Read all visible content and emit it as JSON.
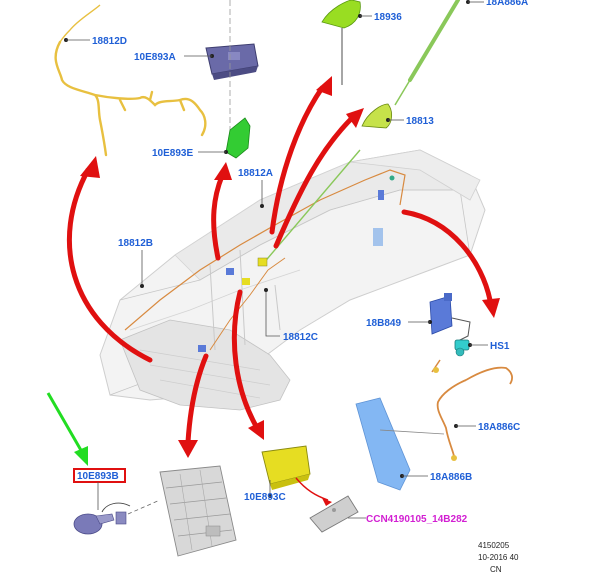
{
  "labels": {
    "harness_18812D": "18812D",
    "module_10E893A": "10E893A",
    "bracket_10E893E": "10E893E",
    "antenna_18936": "18936",
    "mast_18A886A": "18A886A",
    "antenna_18813": "18813",
    "harness_18812A": "18812A",
    "harness_18812B": "18812B",
    "harness_18812C": "18812C",
    "bracket_18B849": "18B849",
    "connector_HS1": "HS1",
    "cable_18A886C": "18A886C",
    "cable_18A886B": "18A886B",
    "sensor_10E893B": "10E893B",
    "module_10E893C": "10E893C",
    "ccn_ref": "CCN4190105_14B282"
  },
  "footer": {
    "code": "4150205",
    "date": "10-2016 40",
    "region": "CN"
  },
  "colors": {
    "label_blue": "#1f5fd6",
    "ccn_magenta": "#d21fd2",
    "highlight_red": "#e01010",
    "pointer_green": "#22dd22",
    "harness_yellow": "#e8c040",
    "antenna_green": "#99dd22",
    "module_purple": "#6a6aa8",
    "module_yellow": "#e6dd22",
    "shield_blue": "#5aa0f0"
  }
}
